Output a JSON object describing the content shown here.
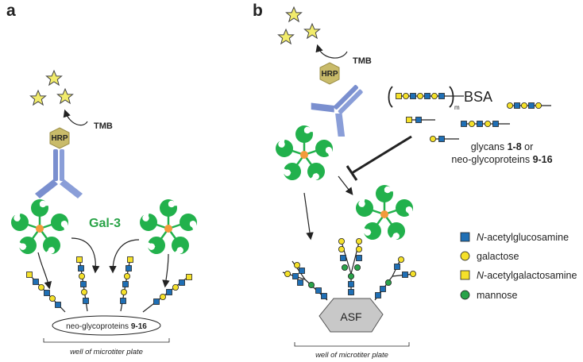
{
  "panels": {
    "a": "a",
    "b": "b"
  },
  "labels": {
    "tmb_a": "TMB",
    "tmb_b": "TMB",
    "hrp_a": "HRP",
    "hrp_b": "HRP",
    "gal3": "Gal-3",
    "neo_prefix": "neo-glycoproteins ",
    "neo_bold": "9-16",
    "well_a": "well of microtiter plate",
    "well_b": "well of microtiter plate",
    "asf": "ASF",
    "bsa": "BSA",
    "subscript_m": "m",
    "glycans_prefix": "glycans ",
    "glycans_range": "1-8",
    "glycans_or": " or",
    "neo_line2_prefix": "neo-glycoproteins ",
    "neo_line2_range": "9-16"
  },
  "legend": [
    {
      "label_italic": "N",
      "label_rest": "-acetylglucosamine",
      "shape": "square",
      "color": "#1f6fb5"
    },
    {
      "label_italic": "",
      "label_rest": "galactose",
      "shape": "circle",
      "color": "#f5e12a"
    },
    {
      "label_italic": "N",
      "label_rest": "-acetylgalactosamine",
      "shape": "square",
      "color": "#f5e12a"
    },
    {
      "label_italic": "",
      "label_rest": "mannose",
      "shape": "circle",
      "color": "#2aa34a"
    }
  ],
  "colors": {
    "glcnac": "#1f6fb5",
    "gal": "#f5e12a",
    "galnac": "#f5e12a",
    "man": "#2aa34a",
    "galectin": "#22b14c",
    "antibody": "#7a8fcf",
    "hrp": "#c9bb6a",
    "star": "#f2ec6b",
    "asf": "#c8c8c8"
  }
}
